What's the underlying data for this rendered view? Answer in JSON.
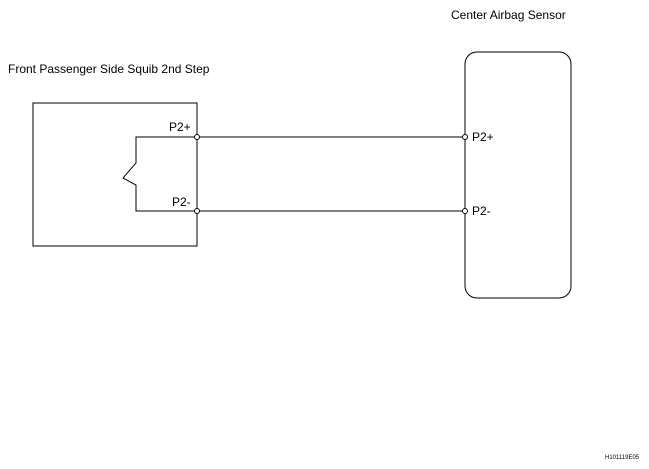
{
  "left_component": {
    "name": "Front Passenger Side Squib 2nd Step",
    "pins": {
      "top": "P2+",
      "bottom": "P2-"
    }
  },
  "right_component": {
    "name": "Center Airbag Sensor",
    "pins": {
      "top": "P2+",
      "bottom": "P2-"
    }
  },
  "figure_code": "H101119E05"
}
